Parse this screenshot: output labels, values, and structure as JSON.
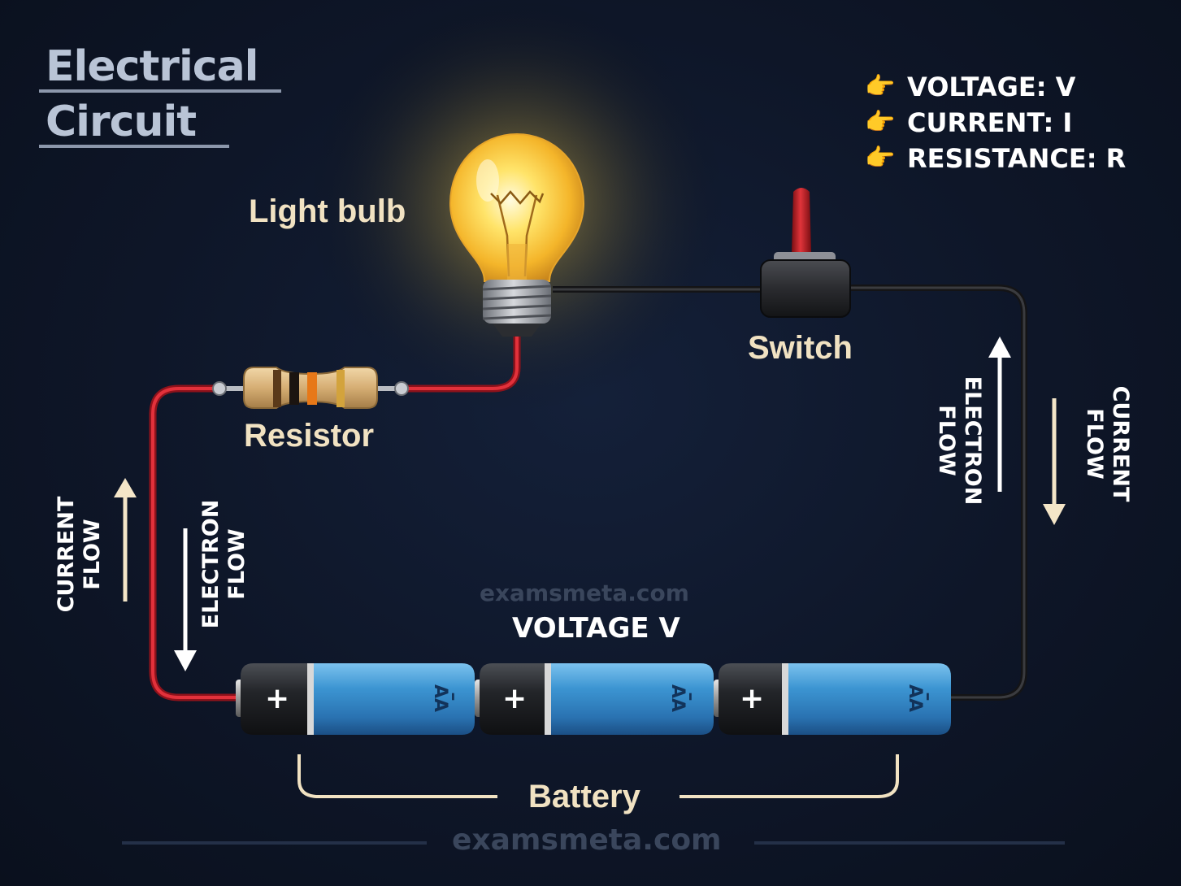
{
  "title": {
    "line1": "Electrical",
    "line2": "Circuit"
  },
  "legend": [
    {
      "icon": "pointing-hand-icon",
      "text": "VOLTAGE: V"
    },
    {
      "icon": "pointing-hand-icon",
      "text": "CURRENT: I"
    },
    {
      "icon": "pointing-hand-icon",
      "text": "RESISTANCE: R"
    }
  ],
  "components": {
    "bulb": "Light bulb",
    "switch": "Switch",
    "resistor": "Resistor",
    "battery": "Battery"
  },
  "flows": {
    "left_current": [
      "CURRENT",
      "FLOW"
    ],
    "left_electron": [
      "ELECTRON",
      "FLOW"
    ],
    "right_electron": [
      "ELECTRON",
      "FLOW"
    ],
    "right_current": [
      "CURRENT",
      "FLOW"
    ]
  },
  "voltage_label": "VOLTAGE V",
  "battery_cells": [
    {
      "plus": "+",
      "minus": "–",
      "type": "AA"
    },
    {
      "plus": "+",
      "minus": "–",
      "type": "AA"
    },
    {
      "plus": "+",
      "minus": "–",
      "type": "AA"
    }
  ],
  "watermarks": {
    "upper": "examsmeta.com",
    "lower": "examsmeta.com"
  },
  "colors": {
    "background": "#0e1628",
    "red_wire": "#c8202c",
    "black_wire": "#2a2a2e",
    "bulb_glow": "#ffd84a",
    "battery_blue": "#2f88c8",
    "label_cream": "#f1e2c2"
  }
}
